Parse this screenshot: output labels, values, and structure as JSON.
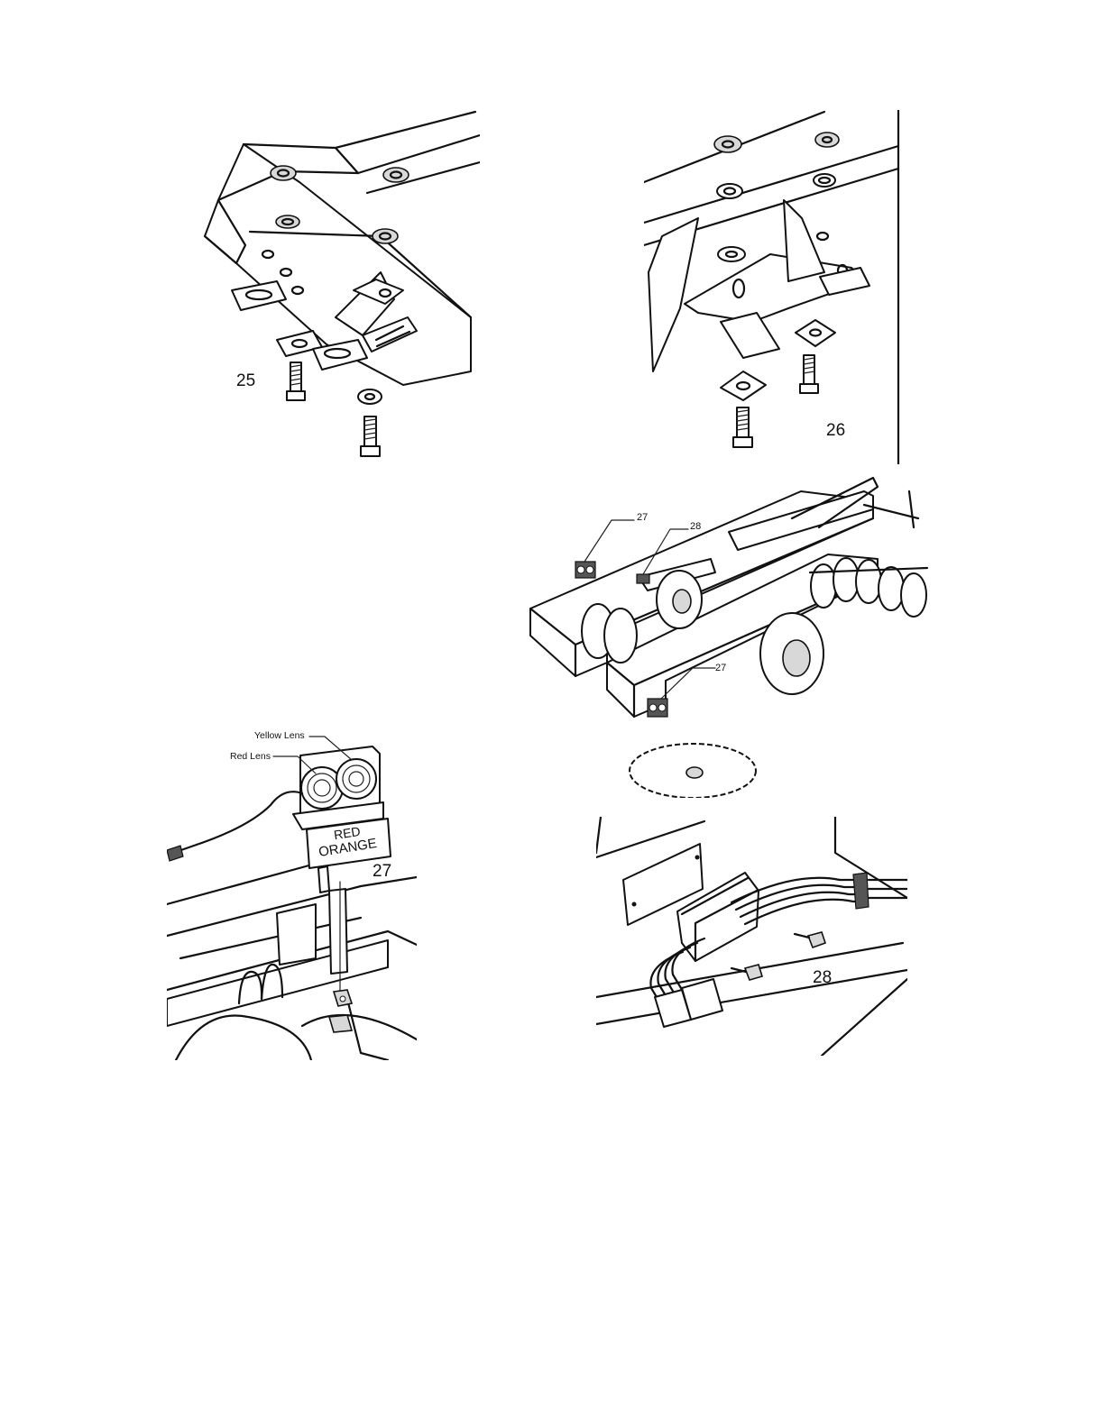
{
  "figures": {
    "fig25": {
      "number": "25"
    },
    "fig26": {
      "number": "26"
    },
    "overview": {
      "callouts": [
        "27",
        "28",
        "27"
      ]
    },
    "fig27": {
      "number": "27",
      "yellow_lens_label": "Yellow Lens",
      "red_lens_label": "Red Lens",
      "decal_top": "RED",
      "decal_bottom": "ORANGE"
    },
    "fig28": {
      "number": "28"
    }
  }
}
